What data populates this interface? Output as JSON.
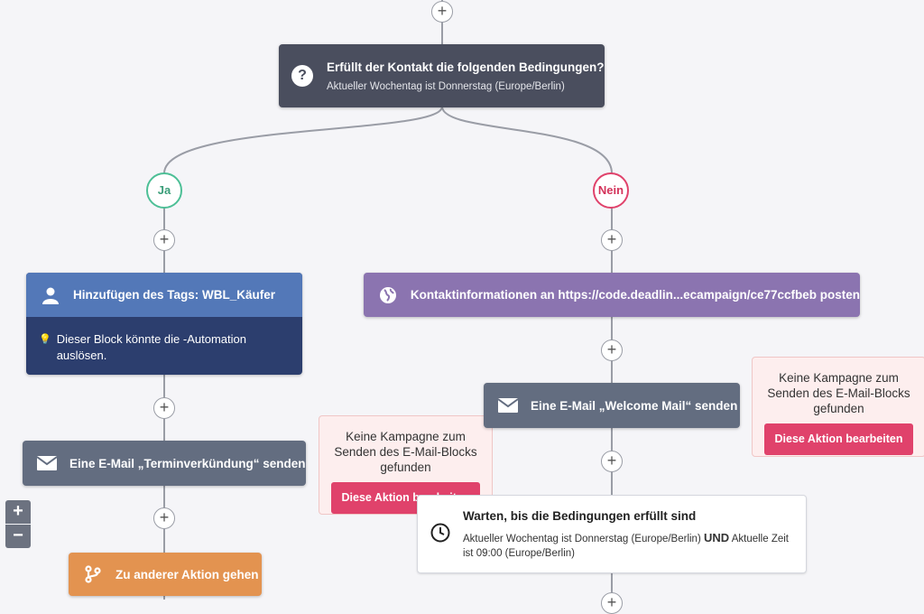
{
  "condition": {
    "title": "Erfüllt der Kontakt die folgenden Bedingungen?",
    "subtitle": "Aktueller Wochentag ist Donnerstag (Europe/Berlin)"
  },
  "branches": {
    "yes": "Ja",
    "no": "Nein"
  },
  "left": {
    "tag_block": {
      "title": "Hinzufügen des Tags: WBL_Käufer",
      "note": "Dieser Block könnte die -Automation auslösen."
    },
    "email_block": {
      "title": "Eine E-Mail „Terminverkündung“ senden"
    },
    "warning": {
      "text": "Keine Kampagne zum Senden des E-Mail-Blocks gefunden",
      "button": "Diese Aktion bearbeiten"
    },
    "goto_block": {
      "title": "Zu anderer Aktion gehen"
    }
  },
  "right": {
    "webhook_block": {
      "title": "Kontaktinformationen an https://code.deadlin...ecampaign/ce77ccfbeb posten"
    },
    "email_block": {
      "title": "Eine E-Mail „Welcome Mail“ senden"
    },
    "warning": {
      "text": "Keine Kampagne zum Senden des E-Mail-Blocks gefunden",
      "button": "Diese Aktion bearbeiten"
    },
    "wait_block": {
      "title": "Warten, bis die Bedingungen erfüllt sind",
      "cond_part1": "Aktueller Wochentag ist Donnerstag (Europe/Berlin)",
      "and": "UND",
      "cond_part2": "Aktuelle Zeit ist 09:00 (Europe/Berlin)"
    }
  },
  "zoom": {
    "in": "+",
    "out": "−"
  },
  "plus_label": "+",
  "colors": {
    "condition": "#4a4e5e",
    "tag_header": "#5378b8",
    "tag_body": "#2c3e6e",
    "email": "#636d80",
    "webhook": "#8b74b0",
    "goto": "#e39350",
    "yes": "#4dbf96",
    "no": "#e0426b",
    "warning_button": "#e0426b"
  }
}
